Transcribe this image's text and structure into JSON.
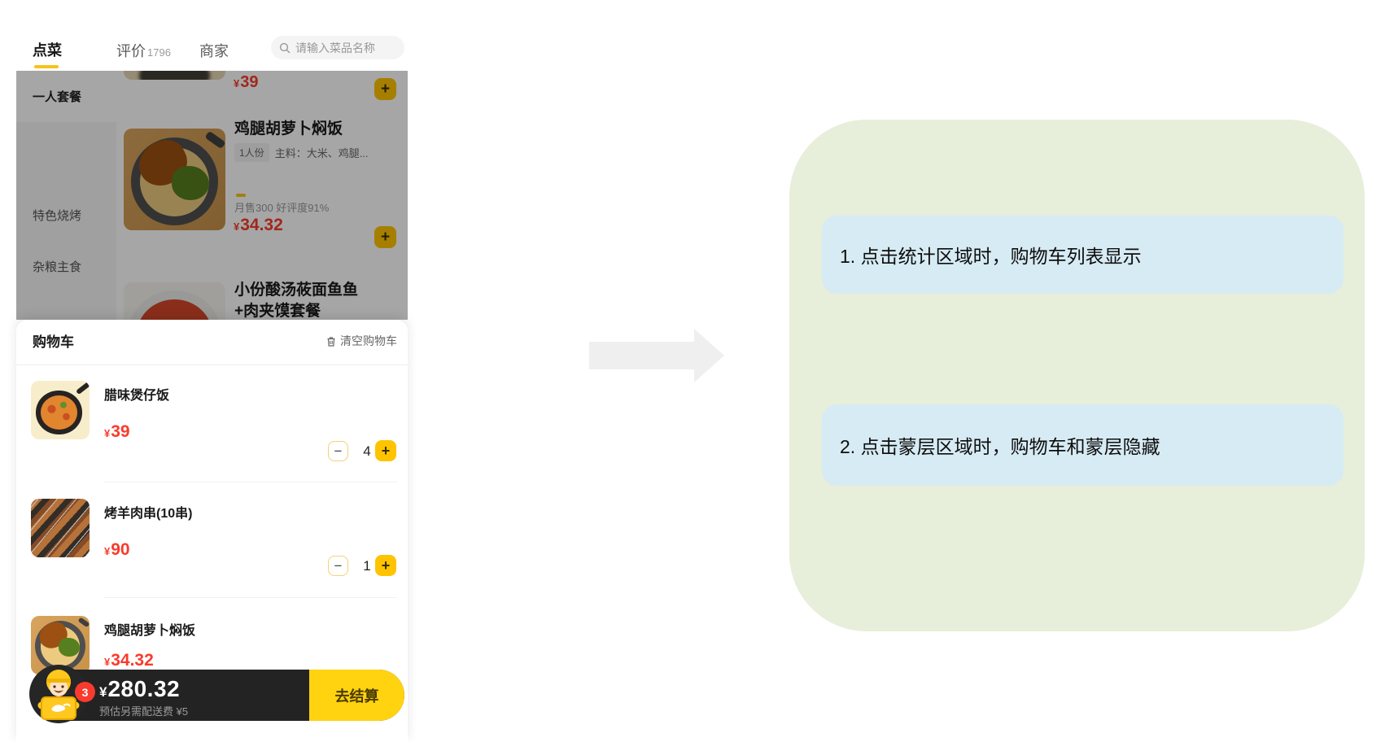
{
  "nav": {
    "tab_order": "点菜",
    "tab_reviews": "评价",
    "tab_reviews_count": "1796",
    "tab_merchant": "商家",
    "search_placeholder": "请输入菜品名称"
  },
  "sidebar": {
    "item_combo": "一人套餐",
    "item_bbq": "特色烧烤",
    "item_staple": "杂粮主食"
  },
  "menu": {
    "currency": "¥",
    "add_glyph": "+",
    "item_top": {
      "price": "39"
    },
    "item_main": {
      "title": "鸡腿胡萝卜焖饭",
      "tag": "1人份",
      "desc": "主料：大米、鸡腿...",
      "meta": "月售300  好评度91%",
      "price": "34.32"
    },
    "item_bottom": {
      "title_line1": "小份酸汤莜面鱼鱼",
      "title_line2": "+肉夹馍套餐"
    }
  },
  "cart": {
    "title": "购物车",
    "clear_label": "清空购物车",
    "currency": "¥",
    "minus_glyph": "−",
    "plus_glyph": "+",
    "items": [
      {
        "title": "腊味煲仔饭",
        "price": "39",
        "qty": "4"
      },
      {
        "title": "烤羊肉串(10串)",
        "price": "90",
        "qty": "1"
      },
      {
        "title": "鸡腿胡萝卜焖饭",
        "price": "34.32"
      }
    ]
  },
  "checkout": {
    "badge_count": "3",
    "currency": "¥",
    "total": "280.32",
    "delivery_note": "预估另需配送费 ¥5",
    "button_label": "去结算"
  },
  "annotations": {
    "note1": "1. 点击统计区域时，购物车列表显示",
    "note2": "2. 点击蒙层区域时，购物车和蒙层隐藏"
  },
  "colors": {
    "brand_yellow": "#FFC300",
    "checkout_yellow": "#FFD30F",
    "underline_yellow": "#F4C41C",
    "price_red": "#F83B2C",
    "bar_black": "#232323",
    "overlay": "rgba(0,0,0,0.35)",
    "panel_green": "#E7EEDA",
    "note_blue": "#D7EBF4",
    "arrow_gray": "#EFEFEF"
  }
}
